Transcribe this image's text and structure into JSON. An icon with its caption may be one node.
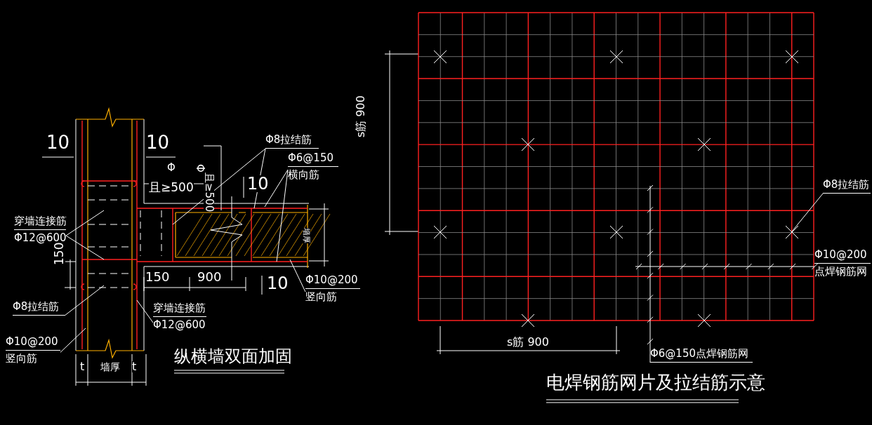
{
  "diagram": {
    "nodes": [
      {
        "text": [
          "穿墙连接筋",
          "Φ12@600"
        ]
      },
      {
        "text": [
          "Φ8拉结筋"
        ]
      },
      {
        "text": [
          "Φ10@200",
          "竖向筋"
        ]
      },
      {
        "text": [
          "穿墙连接筋",
          "Φ12@600"
        ]
      },
      {
        "text": [
          "Φ8拉结筋"
        ]
      },
      {
        "text": [
          "Φ6@150",
          "横向筋"
        ]
      },
      {
        "text": [
          "Φ10@200",
          "竖向筋"
        ]
      },
      {
        "text": [
          "Φ8拉结筋"
        ]
      },
      {
        "text": [
          "Φ10@200",
          "点焊钢筋网"
        ]
      },
      {
        "text": [
          "Φ6@150点焊钢筋网"
        ]
      }
    ],
    "edges": [
      {
        "from": 0,
        "to": null,
        "arrow": "none"
      },
      {
        "from": 0,
        "to": null,
        "arrow": "none"
      },
      {
        "from": 1,
        "to": null,
        "arrow": "none"
      },
      {
        "from": 2,
        "to": null,
        "arrow": "none"
      },
      {
        "from": 3,
        "to": null,
        "arrow": "none"
      },
      {
        "from": 4,
        "to": null,
        "arrow": "none"
      },
      {
        "from": 4,
        "to": null,
        "arrow": "none"
      },
      {
        "from": 5,
        "to": null,
        "arrow": "none"
      },
      {
        "from": 5,
        "to": null,
        "arrow": "none"
      },
      {
        "from": 6,
        "to": null,
        "arrow": "none"
      },
      {
        "from": 7,
        "to": null,
        "arrow": "none"
      },
      {
        "from": 8,
        "to": null,
        "arrow": "none"
      },
      {
        "from": 9,
        "to": null,
        "arrow": "none"
      }
    ],
    "labels": [
      "10",
      "10",
      "Φ",
      "且≥500",
      "Φ",
      "且≥500",
      "10",
      "150",
      "150",
      "900",
      "10",
      "墙厚",
      "t",
      "墙厚",
      "t",
      "纵横墙双面加固",
      "s筋 900",
      "s筋 900",
      "电焊钢筋网片及拉结筋示意"
    ]
  }
}
